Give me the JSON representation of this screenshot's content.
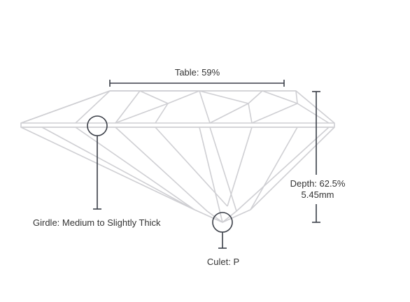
{
  "labels": {
    "table": "Table: 59%",
    "depth_line1": "Depth: 62.5%",
    "depth_line2": "5.45mm",
    "girdle": "Girdle: Medium to Slightly Thick",
    "culet": "Culet: P"
  },
  "colors": {
    "outline": "#cfcfd3",
    "measure": "#3b3f48",
    "text": "#333333"
  }
}
